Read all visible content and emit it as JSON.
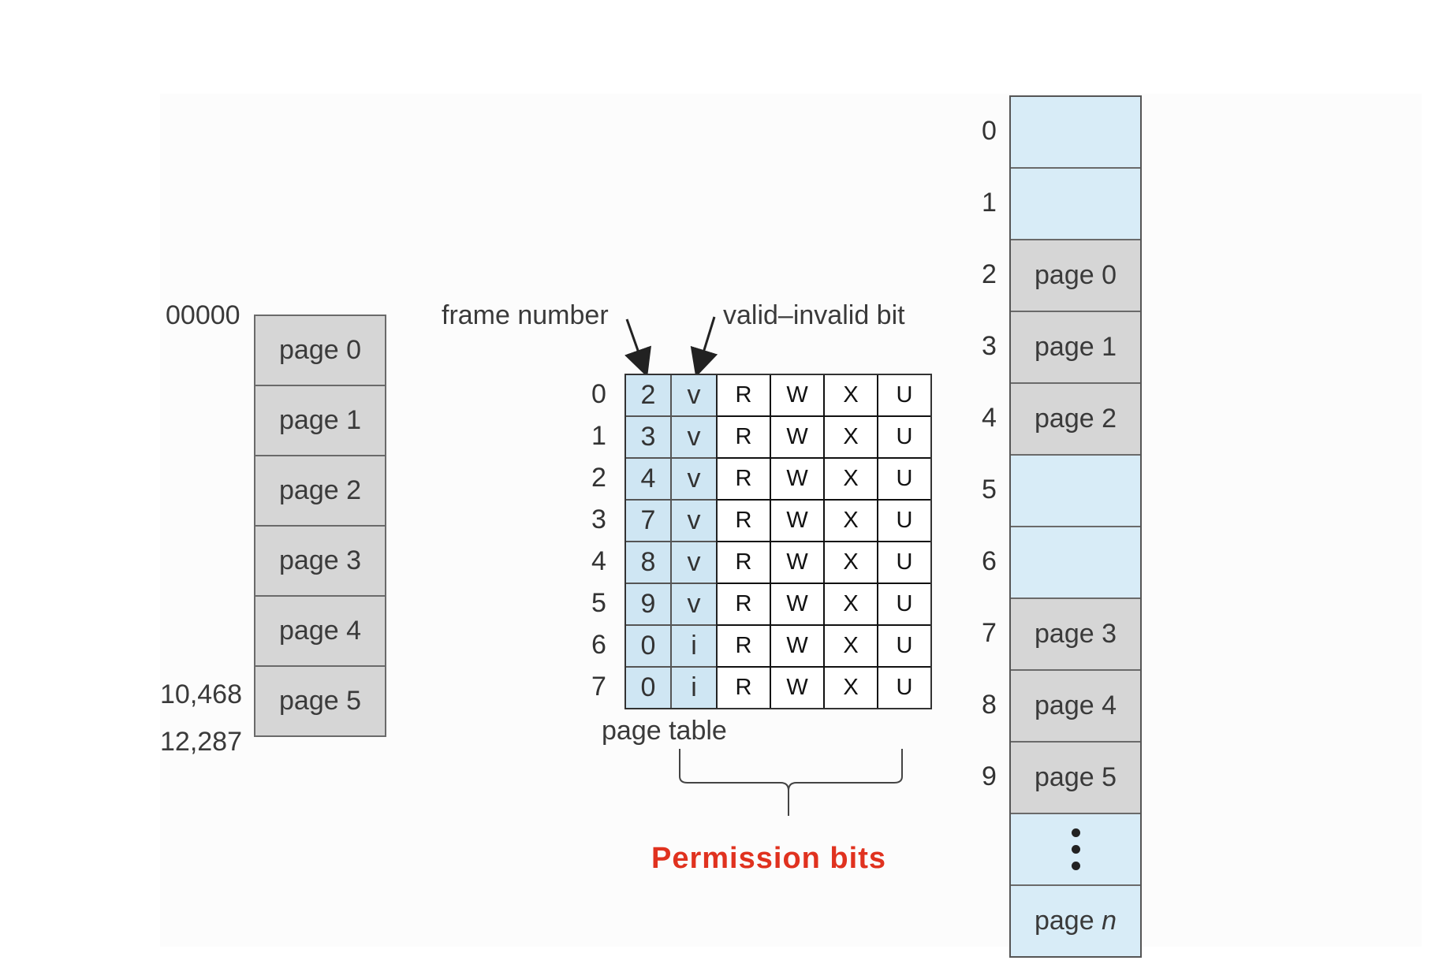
{
  "logical_memory": {
    "start_address": "00000",
    "mid_address": "10,468",
    "end_address": "12,287",
    "pages": [
      "page 0",
      "page 1",
      "page 2",
      "page 3",
      "page 4",
      "page 5"
    ]
  },
  "page_table": {
    "label": "page table",
    "frame_number_label": "frame number",
    "valid_invalid_label": "valid–invalid bit",
    "rows": [
      {
        "index": "0",
        "frame": "2",
        "valid": "v",
        "perms": [
          "R",
          "W",
          "X",
          "U"
        ]
      },
      {
        "index": "1",
        "frame": "3",
        "valid": "v",
        "perms": [
          "R",
          "W",
          "X",
          "U"
        ]
      },
      {
        "index": "2",
        "frame": "4",
        "valid": "v",
        "perms": [
          "R",
          "W",
          "X",
          "U"
        ]
      },
      {
        "index": "3",
        "frame": "7",
        "valid": "v",
        "perms": [
          "R",
          "W",
          "X",
          "U"
        ]
      },
      {
        "index": "4",
        "frame": "8",
        "valid": "v",
        "perms": [
          "R",
          "W",
          "X",
          "U"
        ]
      },
      {
        "index": "5",
        "frame": "9",
        "valid": "v",
        "perms": [
          "R",
          "W",
          "X",
          "U"
        ]
      },
      {
        "index": "6",
        "frame": "0",
        "valid": "i",
        "perms": [
          "R",
          "W",
          "X",
          "U"
        ]
      },
      {
        "index": "7",
        "frame": "0",
        "valid": "i",
        "perms": [
          "R",
          "W",
          "X",
          "U"
        ]
      }
    ]
  },
  "permission_label": "Permission bits",
  "physical_memory": {
    "frames": [
      {
        "index": "0",
        "content": ""
      },
      {
        "index": "1",
        "content": ""
      },
      {
        "index": "2",
        "content": "page 0"
      },
      {
        "index": "3",
        "content": "page 1"
      },
      {
        "index": "4",
        "content": "page 2"
      },
      {
        "index": "5",
        "content": ""
      },
      {
        "index": "6",
        "content": ""
      },
      {
        "index": "7",
        "content": "page 3"
      },
      {
        "index": "8",
        "content": "page 4"
      },
      {
        "index": "9",
        "content": "page 5"
      }
    ],
    "ellipsis": "⋮",
    "last_frame_prefix": "page ",
    "last_frame_var": "n"
  },
  "colors": {
    "accent_red": "#e0321f",
    "frame_blue": "#d8ecf7",
    "page_gray": "#d6d6d6"
  }
}
